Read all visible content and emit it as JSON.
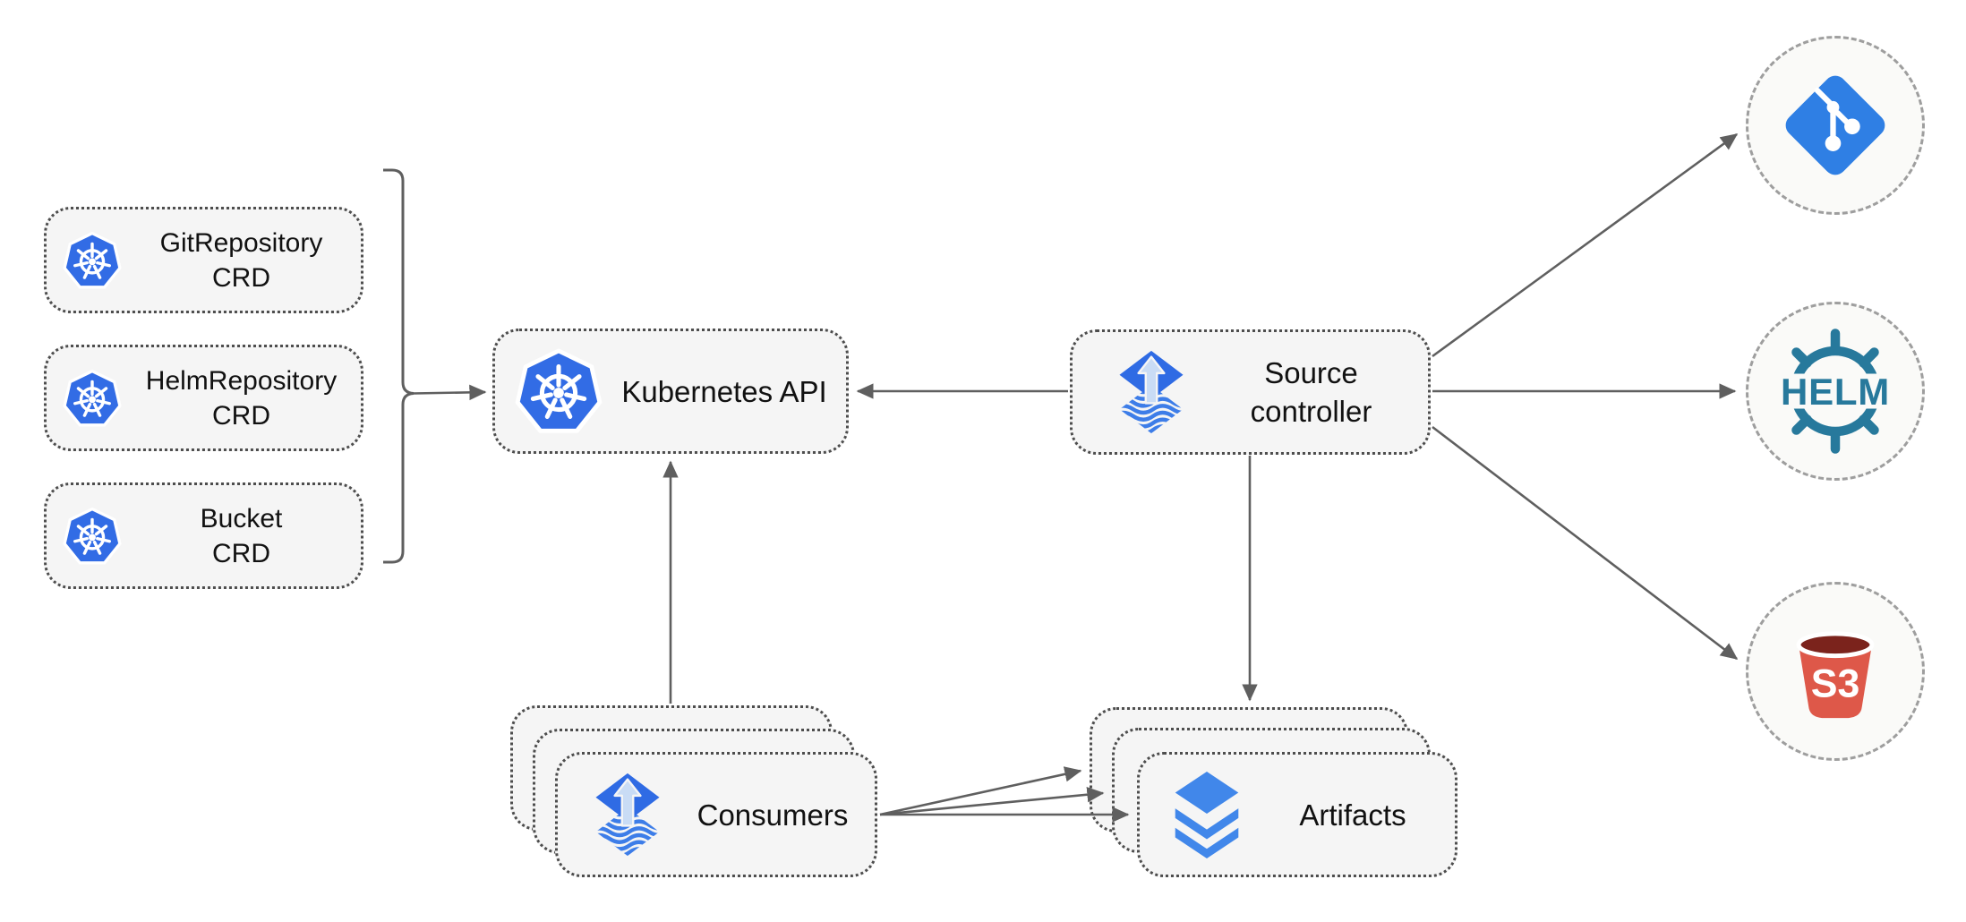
{
  "diagram": {
    "kind": "architecture-diagram",
    "nodes": {
      "git_repository_crd": {
        "line1": "GitRepository",
        "line2": "CRD",
        "icon": "kubernetes-icon"
      },
      "helm_repository_crd": {
        "line1": "HelmRepository",
        "line2": "CRD",
        "icon": "kubernetes-icon"
      },
      "bucket_crd": {
        "line1": "Bucket",
        "line2": "CRD",
        "icon": "kubernetes-icon"
      },
      "kubernetes_api": {
        "label": "Kubernetes API",
        "icon": "kubernetes-icon"
      },
      "source_controller": {
        "line1": "Source",
        "line2": "controller",
        "icon": "flux-icon"
      },
      "consumers": {
        "label": "Consumers",
        "icon": "flux-icon",
        "stacked_layers": 3
      },
      "artifacts": {
        "label": "Artifacts",
        "icon": "layers-icon",
        "stacked_layers": 3
      },
      "git_endpoint": {
        "icon": "git-icon"
      },
      "helm_endpoint": {
        "label": "HELM",
        "icon": "helm-icon"
      },
      "s3_endpoint": {
        "label": "S3",
        "icon": "s3-bucket-icon"
      }
    },
    "edges": [
      {
        "name": "crds-to-kubernetes-api",
        "from": "crd-group-bracket",
        "to": "kubernetes_api"
      },
      {
        "name": "source-controller-to-kubernetes-api",
        "from": "source_controller",
        "to": "kubernetes_api"
      },
      {
        "name": "consumers-to-kubernetes-api",
        "from": "consumers",
        "to": "kubernetes_api"
      },
      {
        "name": "source-controller-to-artifacts",
        "from": "source_controller",
        "to": "artifacts"
      },
      {
        "name": "source-controller-to-git",
        "from": "source_controller",
        "to": "git_endpoint"
      },
      {
        "name": "source-controller-to-helm",
        "from": "source_controller",
        "to": "helm_endpoint"
      },
      {
        "name": "source-controller-to-s3",
        "from": "source_controller",
        "to": "s3_endpoint"
      },
      {
        "name": "consumers-to-artifacts",
        "from": "consumers",
        "to": "artifacts",
        "arrow_count": 3
      }
    ],
    "colors": {
      "kubernetes_blue": "#326CE5",
      "flux_blue": "#2F6BE4",
      "flux_wave_blue": "#3D7DE8",
      "flux_arrow_pale": "#C9DCF5",
      "git_blue": "#2F7FE4",
      "layers_blue": "#4187EA",
      "helm_teal": "#27799C",
      "s3_red": "#DE5849",
      "s3_dark_red": "#7B231C",
      "line_gray": "#5F5F5F",
      "box_fill": "#F5F5F5",
      "box_border": "#4D4D4D",
      "circle_fill": "#FAFAF8",
      "circle_border": "#9E9E9E",
      "text": "#111111",
      "background": "#FFFFFF"
    }
  }
}
